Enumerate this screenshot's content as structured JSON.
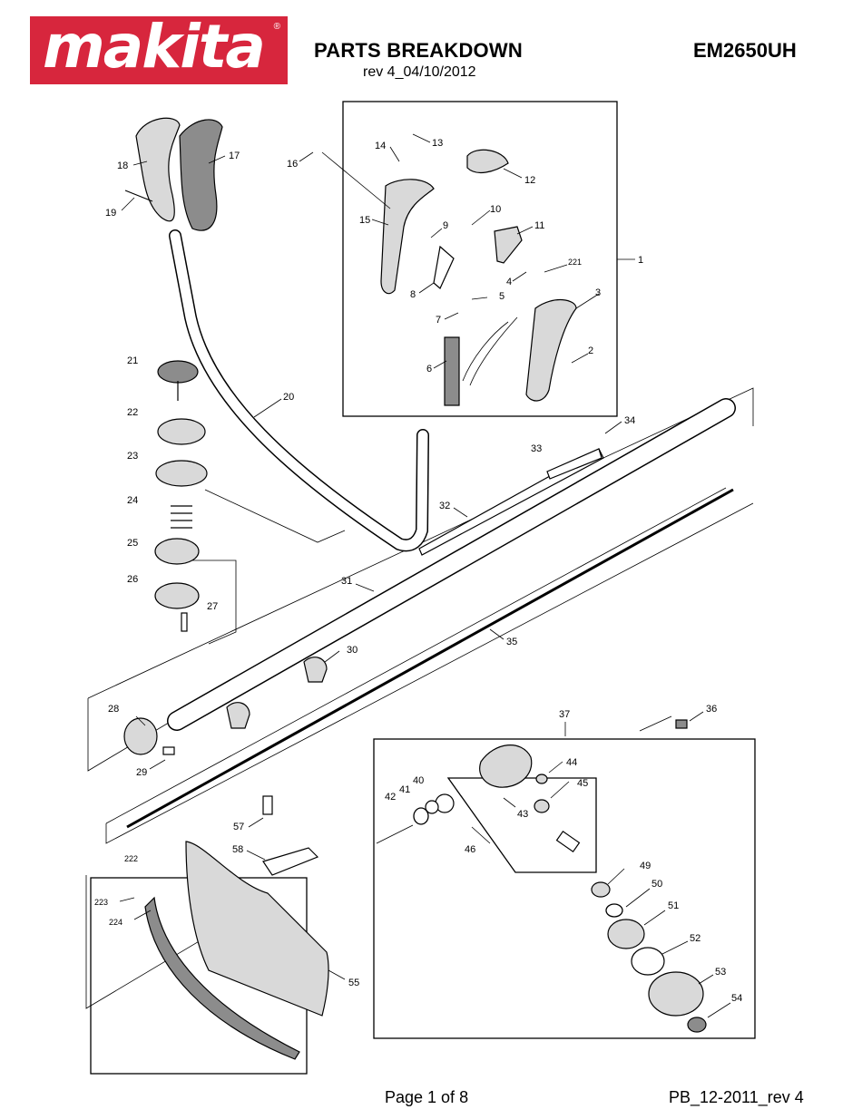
{
  "header": {
    "brand": "makita",
    "title": "PARTS BREAKDOWN",
    "revision": "rev 4_04/10/2012",
    "model": "EM2650UH",
    "brand_color": "#d7263d"
  },
  "footer": {
    "page": "Page 1 of 8",
    "document_code": "PB_12-2011_rev 4"
  },
  "diagram": {
    "part_labels": {
      "p1": "1",
      "p2": "2",
      "p3": "3",
      "p4": "4",
      "p5": "5",
      "p6": "6",
      "p7": "7",
      "p8": "8",
      "p9": "9",
      "p10": "10",
      "p11": "11",
      "p12": "12",
      "p13": "13",
      "p14": "14",
      "p15": "15",
      "p16": "16",
      "p17": "17",
      "p18": "18",
      "p19": "19",
      "p20": "20",
      "p21": "21",
      "p22": "22",
      "p23": "23",
      "p24": "24",
      "p25": "25",
      "p26": "26",
      "p27": "27",
      "p28": "28",
      "p29": "29",
      "p30": "30",
      "p31": "31",
      "p32": "32",
      "p33": "33",
      "p34": "34",
      "p35": "35",
      "p36": "36",
      "p37": "37",
      "p40": "40",
      "p41": "41",
      "p42": "42",
      "p43": "43",
      "p44": "44",
      "p45": "45",
      "p46": "46",
      "p49": "49",
      "p50": "50",
      "p51": "51",
      "p52": "52",
      "p53": "53",
      "p54": "54",
      "p55": "55",
      "p57": "57",
      "p58": "58",
      "p221": "221",
      "p222": "222",
      "p223": "223",
      "p224": "224"
    }
  }
}
